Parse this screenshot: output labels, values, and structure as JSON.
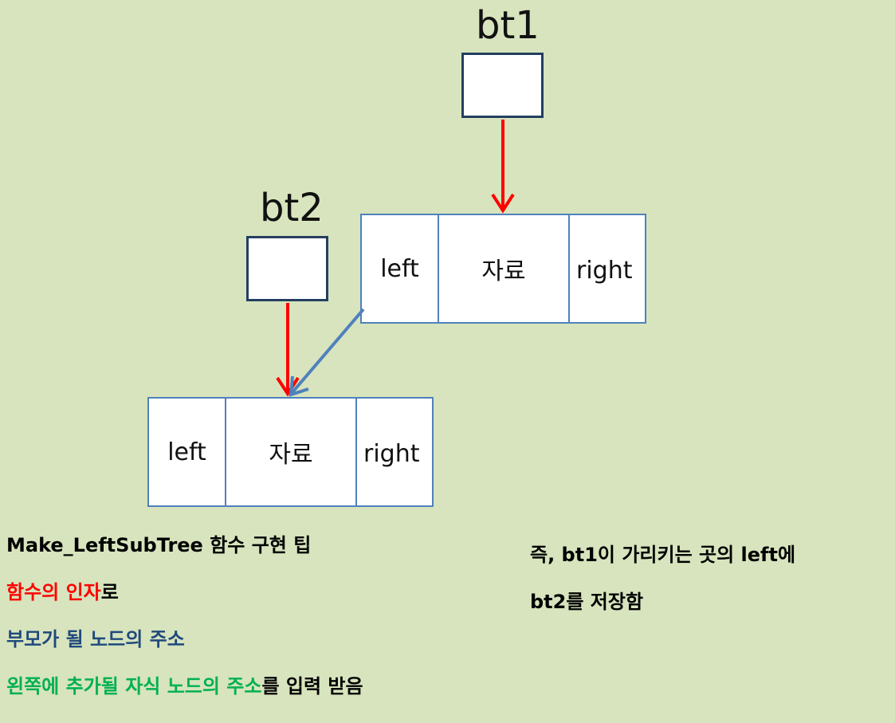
{
  "diagram": {
    "bt1_label": "bt1",
    "bt2_label": "bt2",
    "node1": {
      "left": "left",
      "data": "자료",
      "right": "right"
    },
    "node2": {
      "left": "left",
      "data": "자료",
      "right": "right"
    }
  },
  "notes": {
    "tip_title": "Make_LeftSubTree 함수 구현 팁",
    "line2_highlight": "함수의 인자",
    "line2_rest": "로",
    "line3": "부모가 될 노드의 주소",
    "line4_highlight": "왼쪽에 추가될 자식 노드의 주소",
    "line4_rest": "를 입력 받음",
    "right_line1": "즉, bt1이 가리키는 곳의 left에",
    "right_line2": "bt2를 저장함"
  },
  "colors": {
    "background": "#d7e4bd",
    "pointer_arrow": "#ff0000",
    "link_arrow": "#4f81bd",
    "red_text": "#ff0000",
    "blue_text": "#1f497d",
    "green_text": "#00b050",
    "black_text": "#000000"
  }
}
